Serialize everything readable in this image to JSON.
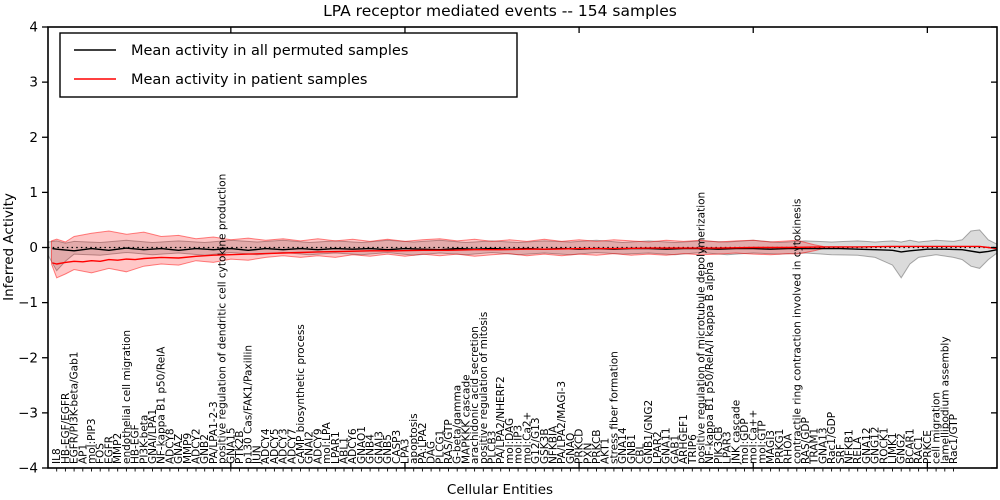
{
  "title": "LPA receptor mediated events -- 154 samples",
  "legend": {
    "entries": [
      {
        "label": "Mean activity in all permuted samples",
        "color": "#000000"
      },
      {
        "label": "Mean activity in patient samples",
        "color": "#ff0000"
      }
    ]
  },
  "axes": {
    "xlabel": "Cellular Entities",
    "ylabel": "Inferred Activity",
    "yticks": [
      -4,
      -3,
      -2,
      -1,
      0,
      1,
      2,
      3,
      4
    ],
    "ylim": [
      -4,
      4
    ],
    "xlim": [
      -1,
      108
    ],
    "xtick_major": [
      20,
      40,
      60,
      80,
      100
    ]
  },
  "chart_data": {
    "type": "line",
    "title": "LPA receptor mediated events -- 154 samples",
    "xlabel": "Cellular Entities",
    "ylabel": "Inferred Activity",
    "ylim": [
      -4,
      4
    ],
    "grid": false,
    "legend_position": "upper left",
    "categories": [
      "IL8",
      "HB-EGF/EGFR",
      "EGFR/PI3K-beta/Gab1",
      "AP1",
      "mol:PIP3",
      "FOS",
      "EGFR",
      "MMP2",
      "endothelial cell migration",
      "HB-EGF",
      "PI3K-beta",
      "GNAI/LPA1",
      "NF-kappa B1 p50/RelA",
      "ADCY8",
      "GNAZ",
      "MMP9",
      "ADCY2",
      "GNB2",
      "PA/LPA1-2-3",
      "positive regulation of dendritic cell cytokine production",
      "GNA15",
      "PTK2B",
      "p130 Cas/FAK1/Paxillin",
      "JUN",
      "ADCY4",
      "ADCY5",
      "ADCY3",
      "ADCY7",
      "cAMP biosynthetic process",
      "GNAI2",
      "ADCY9",
      "mol:LPA",
      "LPAR1",
      "ABL1",
      "ADCY6",
      "GNAO1",
      "GNB4",
      "GNAI3",
      "GNB5",
      "CASP3",
      "LPA3",
      "apoptosis",
      "PA:LPA2",
      "DAG",
      "PLCG1",
      "RAS/GTP",
      "G-beta/gamma",
      "MAPKKK cascade",
      "arachidonic acid secretion",
      "positive regulation of mitosis",
      "PLCB3",
      "PA/LPA2/NHERF2",
      "mol:DAG",
      "mol:IP3",
      "mol:Ca2+",
      "G12/G13",
      "GSK3B",
      "NFKBIA",
      "PA/LPA2/MAGI-3",
      "GNAQ",
      "PRKCD",
      "PXN",
      "PRKCB",
      "AKT1",
      "stress fiber formation",
      "GNA14",
      "GNB1",
      "CBL",
      "GNB1/GNG2",
      "LPAR2",
      "GNA11",
      "GAB1",
      "ARHGEF1",
      "TRIP6",
      "positive regulation of microtubule depolymerization",
      "NF-kappa B1 p50/RelA/I kappa B alpha",
      "PIK3CB",
      "LPAR3",
      "JNK cascade",
      "mol:GDP",
      "mol:Ca++",
      "mol:GTP",
      "MAGI3",
      "PRKG1",
      "RHOA",
      "contractile ring contraction involved in cytokinesis",
      "RAS/GDP",
      "TRAM1",
      "GNA13",
      "Rac1/GDP",
      "SRF",
      "NFKB1",
      "RELA",
      "GNA12",
      "GNG12",
      "ROCK1",
      "LIMK1",
      "GNG2",
      "BCAR1",
      "RAC1",
      "PRKCE",
      "cell migration",
      "lamellipodium assembly",
      "Rac1/GTP"
    ],
    "series": [
      {
        "name": "Mean activity in all permuted samples",
        "color": "#000000",
        "style": "solid",
        "points": [
          [
            -0.5,
            -0.02
          ],
          [
            0,
            -0.03
          ],
          [
            2,
            -0.06
          ],
          [
            4,
            -0.02
          ],
          [
            6,
            -0.05
          ],
          [
            8,
            -0.01
          ],
          [
            10,
            -0.04
          ],
          [
            12,
            -0.02
          ],
          [
            14,
            -0.05
          ],
          [
            16,
            -0.02
          ],
          [
            18,
            -0.04
          ],
          [
            20,
            -0.02
          ],
          [
            22,
            -0.05
          ],
          [
            24,
            -0.02
          ],
          [
            26,
            -0.04
          ],
          [
            28,
            -0.02
          ],
          [
            30,
            -0.04
          ],
          [
            32,
            -0.02
          ],
          [
            34,
            -0.03
          ],
          [
            36,
            -0.02
          ],
          [
            38,
            -0.04
          ],
          [
            40,
            -0.02
          ],
          [
            42,
            -0.03
          ],
          [
            44,
            -0.04
          ],
          [
            46,
            -0.02
          ],
          [
            48,
            -0.03
          ],
          [
            50,
            -0.02
          ],
          [
            52,
            -0.03
          ],
          [
            54,
            -0.02
          ],
          [
            56,
            -0.03
          ],
          [
            58,
            -0.02
          ],
          [
            60,
            -0.03
          ],
          [
            62,
            -0.02
          ],
          [
            64,
            -0.03
          ],
          [
            66,
            -0.02
          ],
          [
            68,
            -0.02
          ],
          [
            70,
            -0.03
          ],
          [
            72,
            -0.02
          ],
          [
            74,
            -0.02
          ],
          [
            76,
            -0.03
          ],
          [
            78,
            -0.02
          ],
          [
            80,
            -0.02
          ],
          [
            82,
            -0.03
          ],
          [
            84,
            -0.02
          ],
          [
            86,
            -0.02
          ],
          [
            88,
            -0.02
          ],
          [
            90,
            -0.02
          ],
          [
            92,
            -0.03
          ],
          [
            94,
            -0.04
          ],
          [
            96,
            -0.05
          ],
          [
            97,
            -0.08
          ],
          [
            98,
            -0.06
          ],
          [
            100,
            -0.03
          ],
          [
            102,
            -0.03
          ],
          [
            104,
            -0.04
          ],
          [
            106,
            -0.09
          ],
          [
            107,
            -0.07
          ],
          [
            108,
            -0.04
          ]
        ]
      },
      {
        "name": "Mean activity in patient samples",
        "color": "#ff0000",
        "style": "solid",
        "points": [
          [
            -0.5,
            -0.28
          ],
          [
            0,
            -0.3
          ],
          [
            1,
            -0.27
          ],
          [
            2,
            -0.25
          ],
          [
            3,
            -0.26
          ],
          [
            4,
            -0.24
          ],
          [
            5,
            -0.25
          ],
          [
            6,
            -0.22
          ],
          [
            7,
            -0.23
          ],
          [
            8,
            -0.21
          ],
          [
            9,
            -0.22
          ],
          [
            10,
            -0.2
          ],
          [
            12,
            -0.18
          ],
          [
            14,
            -0.19
          ],
          [
            16,
            -0.16
          ],
          [
            18,
            -0.14
          ],
          [
            20,
            -0.13
          ],
          [
            22,
            -0.12
          ],
          [
            24,
            -0.11
          ],
          [
            26,
            -0.1
          ],
          [
            28,
            -0.09
          ],
          [
            30,
            -0.08
          ],
          [
            33,
            -0.07
          ],
          [
            36,
            -0.06
          ],
          [
            39,
            -0.06
          ],
          [
            42,
            -0.05
          ],
          [
            45,
            -0.05
          ],
          [
            48,
            -0.04
          ],
          [
            51,
            -0.04
          ],
          [
            54,
            -0.03
          ],
          [
            57,
            -0.03
          ],
          [
            60,
            -0.02
          ],
          [
            64,
            -0.02
          ],
          [
            68,
            -0.01
          ],
          [
            72,
            -0.01
          ],
          [
            76,
            -0.01
          ],
          [
            80,
            0.0
          ],
          [
            84,
            0.0
          ],
          [
            88,
            0.01
          ],
          [
            92,
            0.01
          ],
          [
            96,
            0.02
          ],
          [
            100,
            0.02
          ],
          [
            104,
            0.02
          ],
          [
            106,
            0.02
          ],
          [
            107,
            0.0
          ],
          [
            108,
            -0.02
          ]
        ]
      }
    ],
    "bands": [
      {
        "name": "permuted-samples-std-band",
        "color": "#000000",
        "opacity": 0.14,
        "points": [
          [
            -1,
            0.1,
            -0.14
          ],
          [
            0,
            0.12,
            -0.42
          ],
          [
            1,
            0.08,
            -0.25
          ],
          [
            2,
            0.11,
            -0.12
          ],
          [
            5,
            0.09,
            -0.14
          ],
          [
            8,
            0.13,
            -0.09
          ],
          [
            11,
            0.09,
            -0.13
          ],
          [
            14,
            0.12,
            -0.1
          ],
          [
            17,
            0.09,
            -0.14
          ],
          [
            20,
            0.13,
            -0.09
          ],
          [
            23,
            0.1,
            -0.13
          ],
          [
            26,
            0.13,
            -0.09
          ],
          [
            29,
            0.09,
            -0.13
          ],
          [
            32,
            0.12,
            -0.1
          ],
          [
            35,
            0.09,
            -0.13
          ],
          [
            38,
            0.13,
            -0.09
          ],
          [
            41,
            0.1,
            -0.14
          ],
          [
            44,
            0.13,
            -0.1
          ],
          [
            47,
            0.09,
            -0.13
          ],
          [
            50,
            0.12,
            -0.09
          ],
          [
            53,
            0.09,
            -0.13
          ],
          [
            56,
            0.12,
            -0.1
          ],
          [
            59,
            0.1,
            -0.13
          ],
          [
            62,
            0.13,
            -0.09
          ],
          [
            65,
            0.09,
            -0.12
          ],
          [
            68,
            0.12,
            -0.1
          ],
          [
            71,
            0.09,
            -0.13
          ],
          [
            74,
            0.12,
            -0.09
          ],
          [
            77,
            0.1,
            -0.13
          ],
          [
            80,
            0.13,
            -0.1
          ],
          [
            83,
            0.09,
            -0.12
          ],
          [
            86,
            0.12,
            -0.1
          ],
          [
            89,
            0.1,
            -0.13
          ],
          [
            92,
            0.12,
            -0.14
          ],
          [
            94,
            0.1,
            -0.18
          ],
          [
            96,
            0.12,
            -0.32
          ],
          [
            97,
            0.1,
            -0.55
          ],
          [
            98,
            0.13,
            -0.3
          ],
          [
            99,
            0.1,
            -0.18
          ],
          [
            101,
            0.13,
            -0.13
          ],
          [
            103,
            0.11,
            -0.18
          ],
          [
            104,
            0.14,
            -0.22
          ],
          [
            105,
            0.3,
            -0.34
          ],
          [
            106,
            0.32,
            -0.38
          ],
          [
            107,
            0.14,
            -0.22
          ],
          [
            108,
            0.06,
            -0.1
          ]
        ]
      },
      {
        "name": "patient-samples-std-band",
        "color": "#ff0000",
        "opacity": 0.22,
        "points": [
          [
            -0.6,
            0.12,
            -0.3
          ],
          [
            0,
            0.15,
            -0.55
          ],
          [
            1,
            0.1,
            -0.48
          ],
          [
            2,
            0.2,
            -0.4
          ],
          [
            4,
            0.26,
            -0.46
          ],
          [
            6,
            0.3,
            -0.38
          ],
          [
            8,
            0.24,
            -0.44
          ],
          [
            10,
            0.28,
            -0.34
          ],
          [
            12,
            0.2,
            -0.3
          ],
          [
            14,
            0.22,
            -0.32
          ],
          [
            16,
            0.16,
            -0.24
          ],
          [
            18,
            0.19,
            -0.27
          ],
          [
            20,
            0.14,
            -0.21
          ],
          [
            22,
            0.17,
            -0.23
          ],
          [
            24,
            0.13,
            -0.18
          ],
          [
            26,
            0.16,
            -0.15
          ],
          [
            28,
            0.12,
            -0.18
          ],
          [
            30,
            0.16,
            -0.15
          ],
          [
            32,
            0.12,
            -0.18
          ],
          [
            34,
            0.15,
            -0.13
          ],
          [
            36,
            0.11,
            -0.16
          ],
          [
            38,
            0.15,
            -0.12
          ],
          [
            40,
            0.11,
            -0.16
          ],
          [
            42,
            0.14,
            -0.12
          ],
          [
            44,
            0.16,
            -0.15
          ],
          [
            46,
            0.12,
            -0.12
          ],
          [
            48,
            0.15,
            -0.16
          ],
          [
            50,
            0.11,
            -0.13
          ],
          [
            52,
            0.14,
            -0.11
          ],
          [
            54,
            0.11,
            -0.15
          ],
          [
            56,
            0.15,
            -0.12
          ],
          [
            58,
            0.11,
            -0.15
          ],
          [
            60,
            0.14,
            -0.12
          ],
          [
            62,
            0.11,
            -0.14
          ],
          [
            64,
            0.14,
            -0.11
          ],
          [
            66,
            0.12,
            -0.14
          ],
          [
            68,
            0.1,
            -0.12
          ],
          [
            70,
            0.13,
            -0.14
          ],
          [
            72,
            0.11,
            -0.11
          ],
          [
            74,
            0.13,
            -0.13
          ],
          [
            76,
            0.1,
            -0.12
          ],
          [
            78,
            0.12,
            -0.1
          ],
          [
            80,
            0.13,
            -0.12
          ],
          [
            82,
            0.1,
            -0.13
          ],
          [
            84,
            0.12,
            -0.11
          ],
          [
            85,
            0.13,
            -0.12
          ],
          [
            86,
            0.09,
            -0.09
          ],
          [
            87,
            0.05,
            -0.06
          ],
          [
            88,
            0.02,
            -0.02
          ]
        ]
      }
    ],
    "zero_line": {
      "y": 0,
      "color": "#000000",
      "style": "dotted"
    }
  }
}
